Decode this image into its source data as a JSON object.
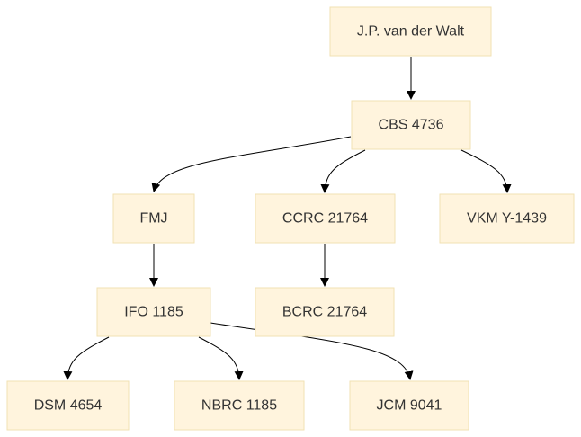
{
  "nodes": {
    "root": "J.P. van der Walt",
    "cbs": "CBS 4736",
    "fmj": "FMJ",
    "ccrc": "CCRC 21764",
    "vkm": "VKM Y-1439",
    "ifo": "IFO 1185",
    "bcrc": "BCRC 21764",
    "dsm": "DSM 4654",
    "nbrc": "NBRC 1185",
    "jcm": "JCM 9041"
  },
  "colors": {
    "node_fill": "#fff4dd",
    "node_border": "#f1e2b3",
    "edge": "#000000",
    "text": "#333333"
  }
}
